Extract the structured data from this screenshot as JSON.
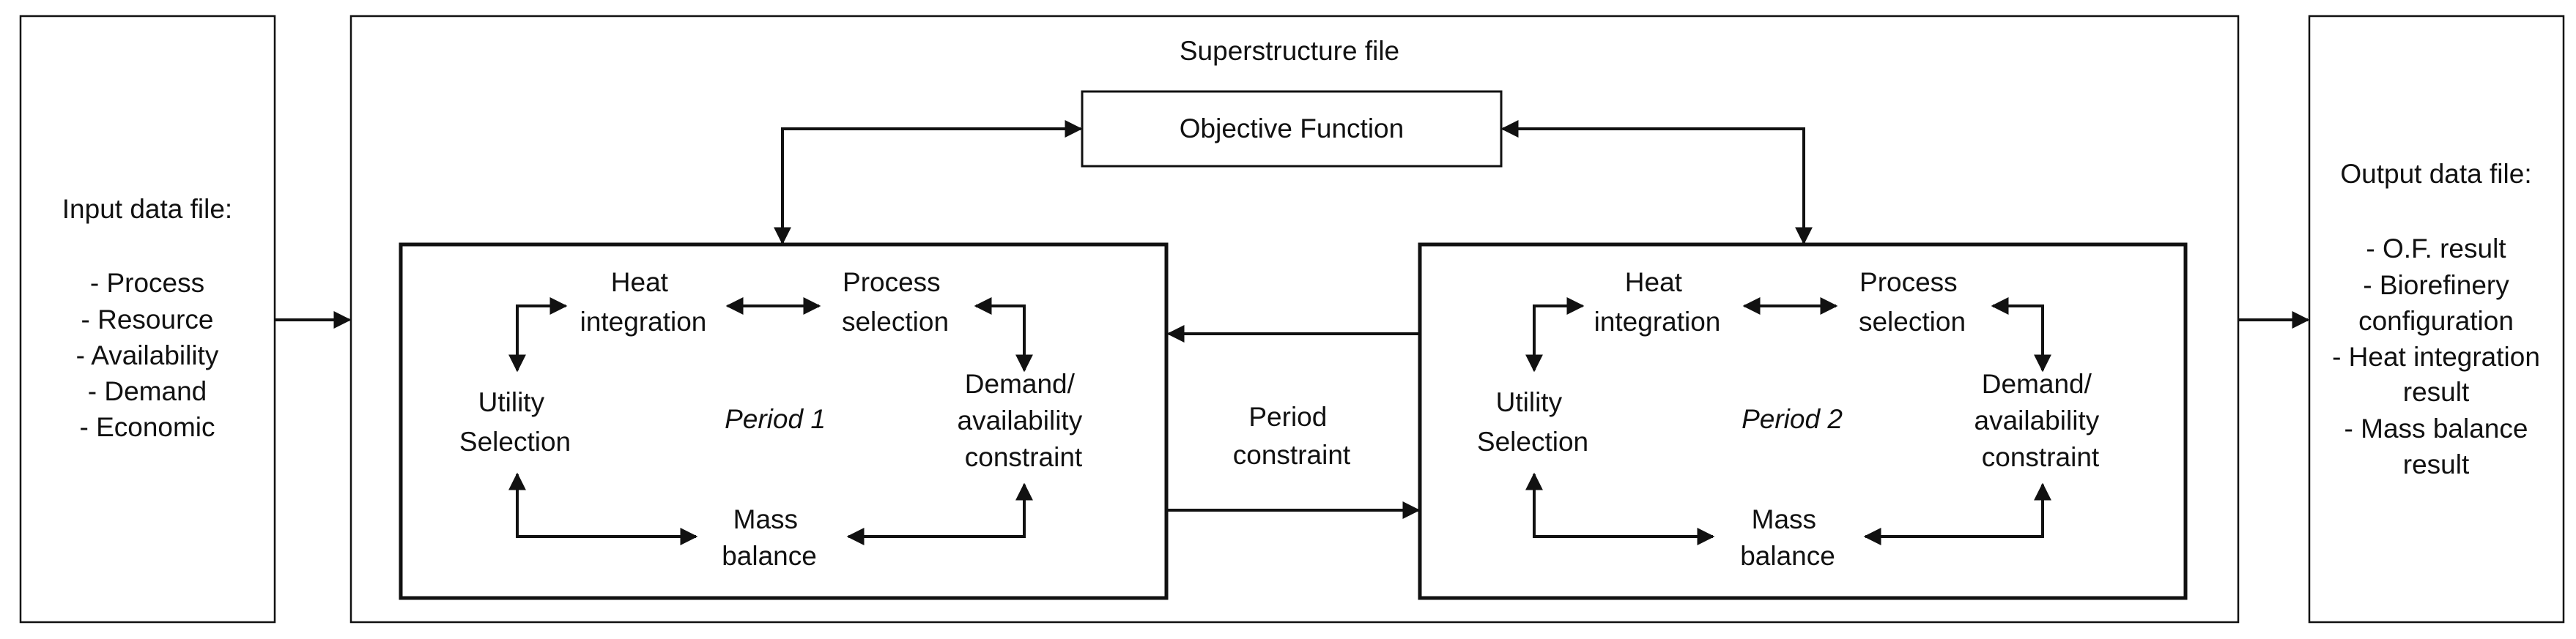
{
  "input_box": {
    "title": "Input data file:",
    "items": [
      "- Process",
      "- Resource",
      "- Availability",
      "- Demand",
      "- Economic"
    ]
  },
  "superstructure": {
    "title": "Superstructure file",
    "objective": "Objective Function",
    "period_constraint": [
      "Period",
      "constraint"
    ]
  },
  "periods": [
    {
      "name": "Period 1",
      "heat": [
        "Heat",
        "integration"
      ],
      "process": [
        "Process",
        "selection"
      ],
      "utility": [
        "Utility",
        "Selection"
      ],
      "demand": [
        "Demand/",
        "availability",
        "constraint"
      ],
      "mass": [
        "Mass",
        "balance"
      ]
    },
    {
      "name": "Period 2",
      "heat": [
        "Heat",
        "integration"
      ],
      "process": [
        "Process",
        "selection"
      ],
      "utility": [
        "Utility",
        "Selection"
      ],
      "demand": [
        "Demand/",
        "availability",
        "constraint"
      ],
      "mass": [
        "Mass",
        "balance"
      ]
    }
  ],
  "output_box": {
    "title": "Output data file:",
    "items": [
      "- O.F. result",
      "- Biorefinery",
      "configuration",
      "- Heat integration",
      "result",
      "- Mass balance",
      "result"
    ]
  }
}
